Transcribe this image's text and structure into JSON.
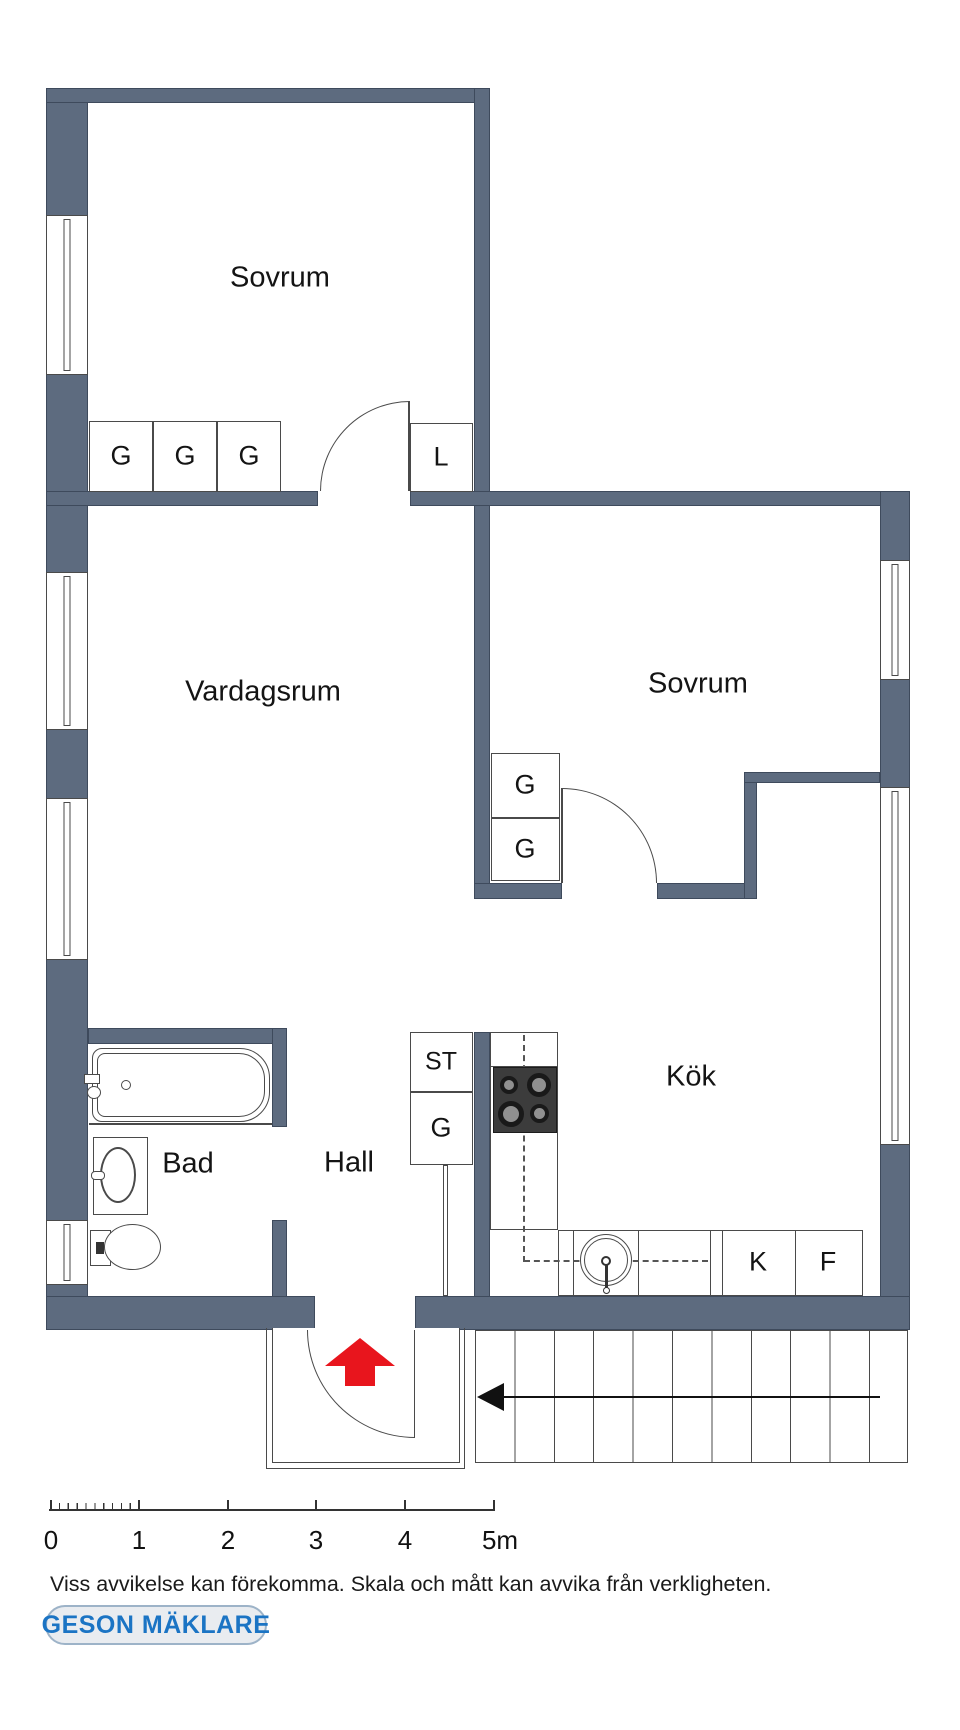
{
  "colors": {
    "wall": "#5d6b7f",
    "entry_arrow_red": "#e8151d",
    "logo_blue": "#1b74c4",
    "line": "#4a4a4a"
  },
  "rooms": {
    "bedroom1": "Sovrum",
    "bedroom2": "Sovrum",
    "living_room": "Vardagsrum",
    "kitchen": "Kök",
    "hall": "Hall",
    "bathroom": "Bad"
  },
  "closets": {
    "wardrobe": "G",
    "linen": "L",
    "cleaning": "ST",
    "fridge": "K",
    "freezer": "F"
  },
  "scalebar": {
    "unit_labels": [
      "0",
      "1",
      "2",
      "3",
      "4",
      "5m"
    ]
  },
  "footer": {
    "disclaimer": "Viss avvikelse kan förekomma. Skala och mått kan avvika från verkligheten.",
    "brand": "GESON MÄKLARE"
  }
}
